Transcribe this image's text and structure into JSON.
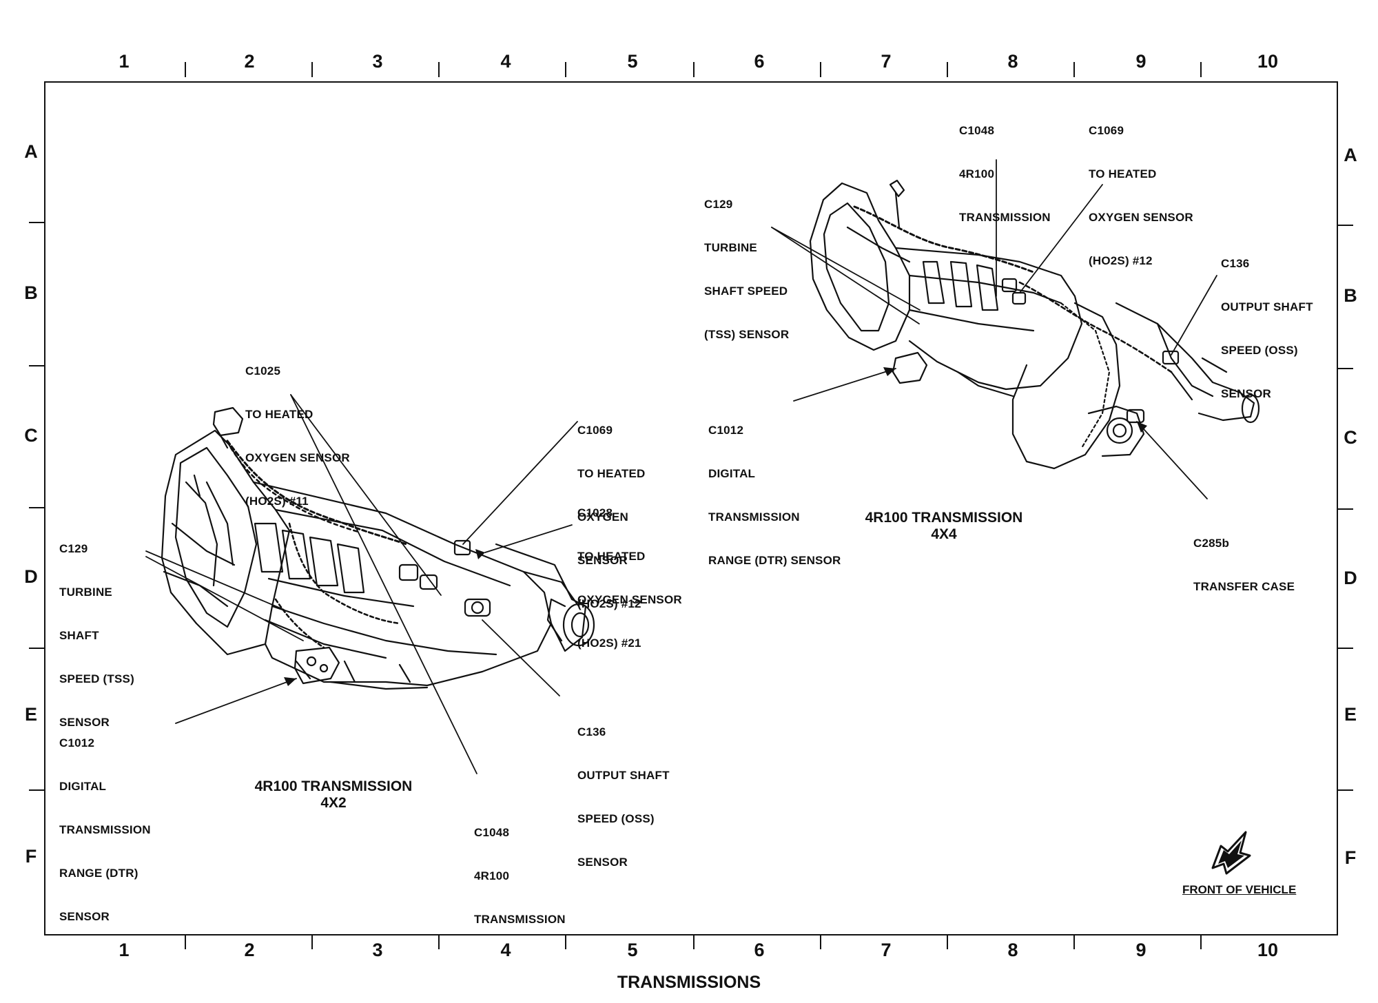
{
  "columns": [
    "1",
    "2",
    "3",
    "4",
    "5",
    "6",
    "7",
    "8",
    "9",
    "10"
  ],
  "rows": [
    "A",
    "B",
    "C",
    "D",
    "E",
    "F"
  ],
  "footer_title": "TRANSMISSIONS",
  "diagram_4x2": {
    "title_line1": "4R100 TRANSMISSION",
    "title_line2": "4X2",
    "callouts": {
      "c1025": [
        "C1025",
        "TO HEATED",
        "OXYGEN SENSOR",
        "(HO2S) #11"
      ],
      "c1069": [
        "C1069",
        "TO HEATED",
        "OXYGEN",
        "SENSOR",
        "(HO2S) #12"
      ],
      "c1028": [
        "C1028",
        "TO HEATED",
        "OXYGEN SENSOR",
        "(HO2S) #21"
      ],
      "c129": [
        "C129",
        "TURBINE",
        "SHAFT",
        "SPEED (TSS)",
        "SENSOR"
      ],
      "c1012": [
        "C1012",
        "DIGITAL",
        "TRANSMISSION",
        "RANGE (DTR)",
        "SENSOR"
      ],
      "c136": [
        "C136",
        "OUTPUT SHAFT",
        "SPEED (OSS)",
        "SENSOR"
      ],
      "c1048": [
        "C1048",
        "4R100",
        "TRANSMISSION"
      ]
    }
  },
  "diagram_4x4": {
    "title_line1": "4R100 TRANSMISSION",
    "title_line2": "4X4",
    "callouts": {
      "c1048": [
        "C1048",
        "4R100",
        "TRANSMISSION"
      ],
      "c1069": [
        "C1069",
        "TO HEATED",
        "OXYGEN SENSOR",
        "(HO2S) #12"
      ],
      "c129": [
        "C129",
        "TURBINE",
        "SHAFT SPEED",
        "(TSS) SENSOR"
      ],
      "c136": [
        "C136",
        "OUTPUT SHAFT",
        "SPEED (OSS)",
        "SENSOR"
      ],
      "c1012": [
        "C1012",
        "DIGITAL",
        "TRANSMISSION",
        "RANGE (DTR) SENSOR"
      ],
      "c285b": [
        "C285b",
        "TRANSFER CASE"
      ]
    }
  },
  "front_of_vehicle": "FRONT OF VEHICLE",
  "icons": {
    "front_arrow": "front-of-vehicle-arrow-icon"
  }
}
